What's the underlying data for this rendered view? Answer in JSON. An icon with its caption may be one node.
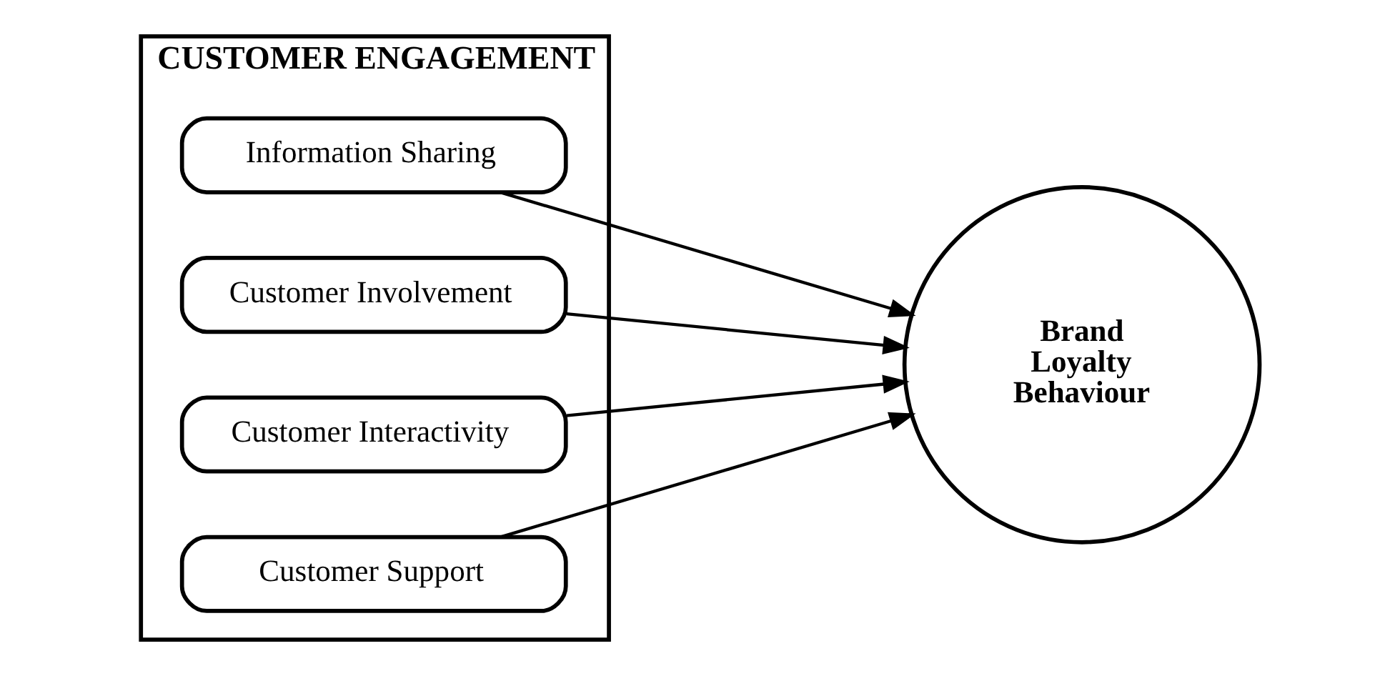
{
  "diagram": {
    "nodes": [
      {
        "text": [
          "CUSTOMER ENGAGEMENT"
        ]
      },
      {
        "text": [
          "Information Sharing"
        ],
        "in": 0
      },
      {
        "text": [
          "Customer Involvement"
        ],
        "in": 0
      },
      {
        "text": [
          "Customer Interactivity"
        ],
        "in": 0
      },
      {
        "text": [
          "Customer Support"
        ],
        "in": 0
      },
      {
        "text": [
          "Brand Loyalty Behaviour"
        ]
      }
    ],
    "edges": [
      {
        "from": 1,
        "to": 5,
        "arrow": "to"
      },
      {
        "from": 2,
        "to": 5,
        "arrow": "to"
      },
      {
        "from": 3,
        "to": 5,
        "arrow": "to"
      },
      {
        "from": 4,
        "to": 5,
        "arrow": "to"
      }
    ]
  }
}
